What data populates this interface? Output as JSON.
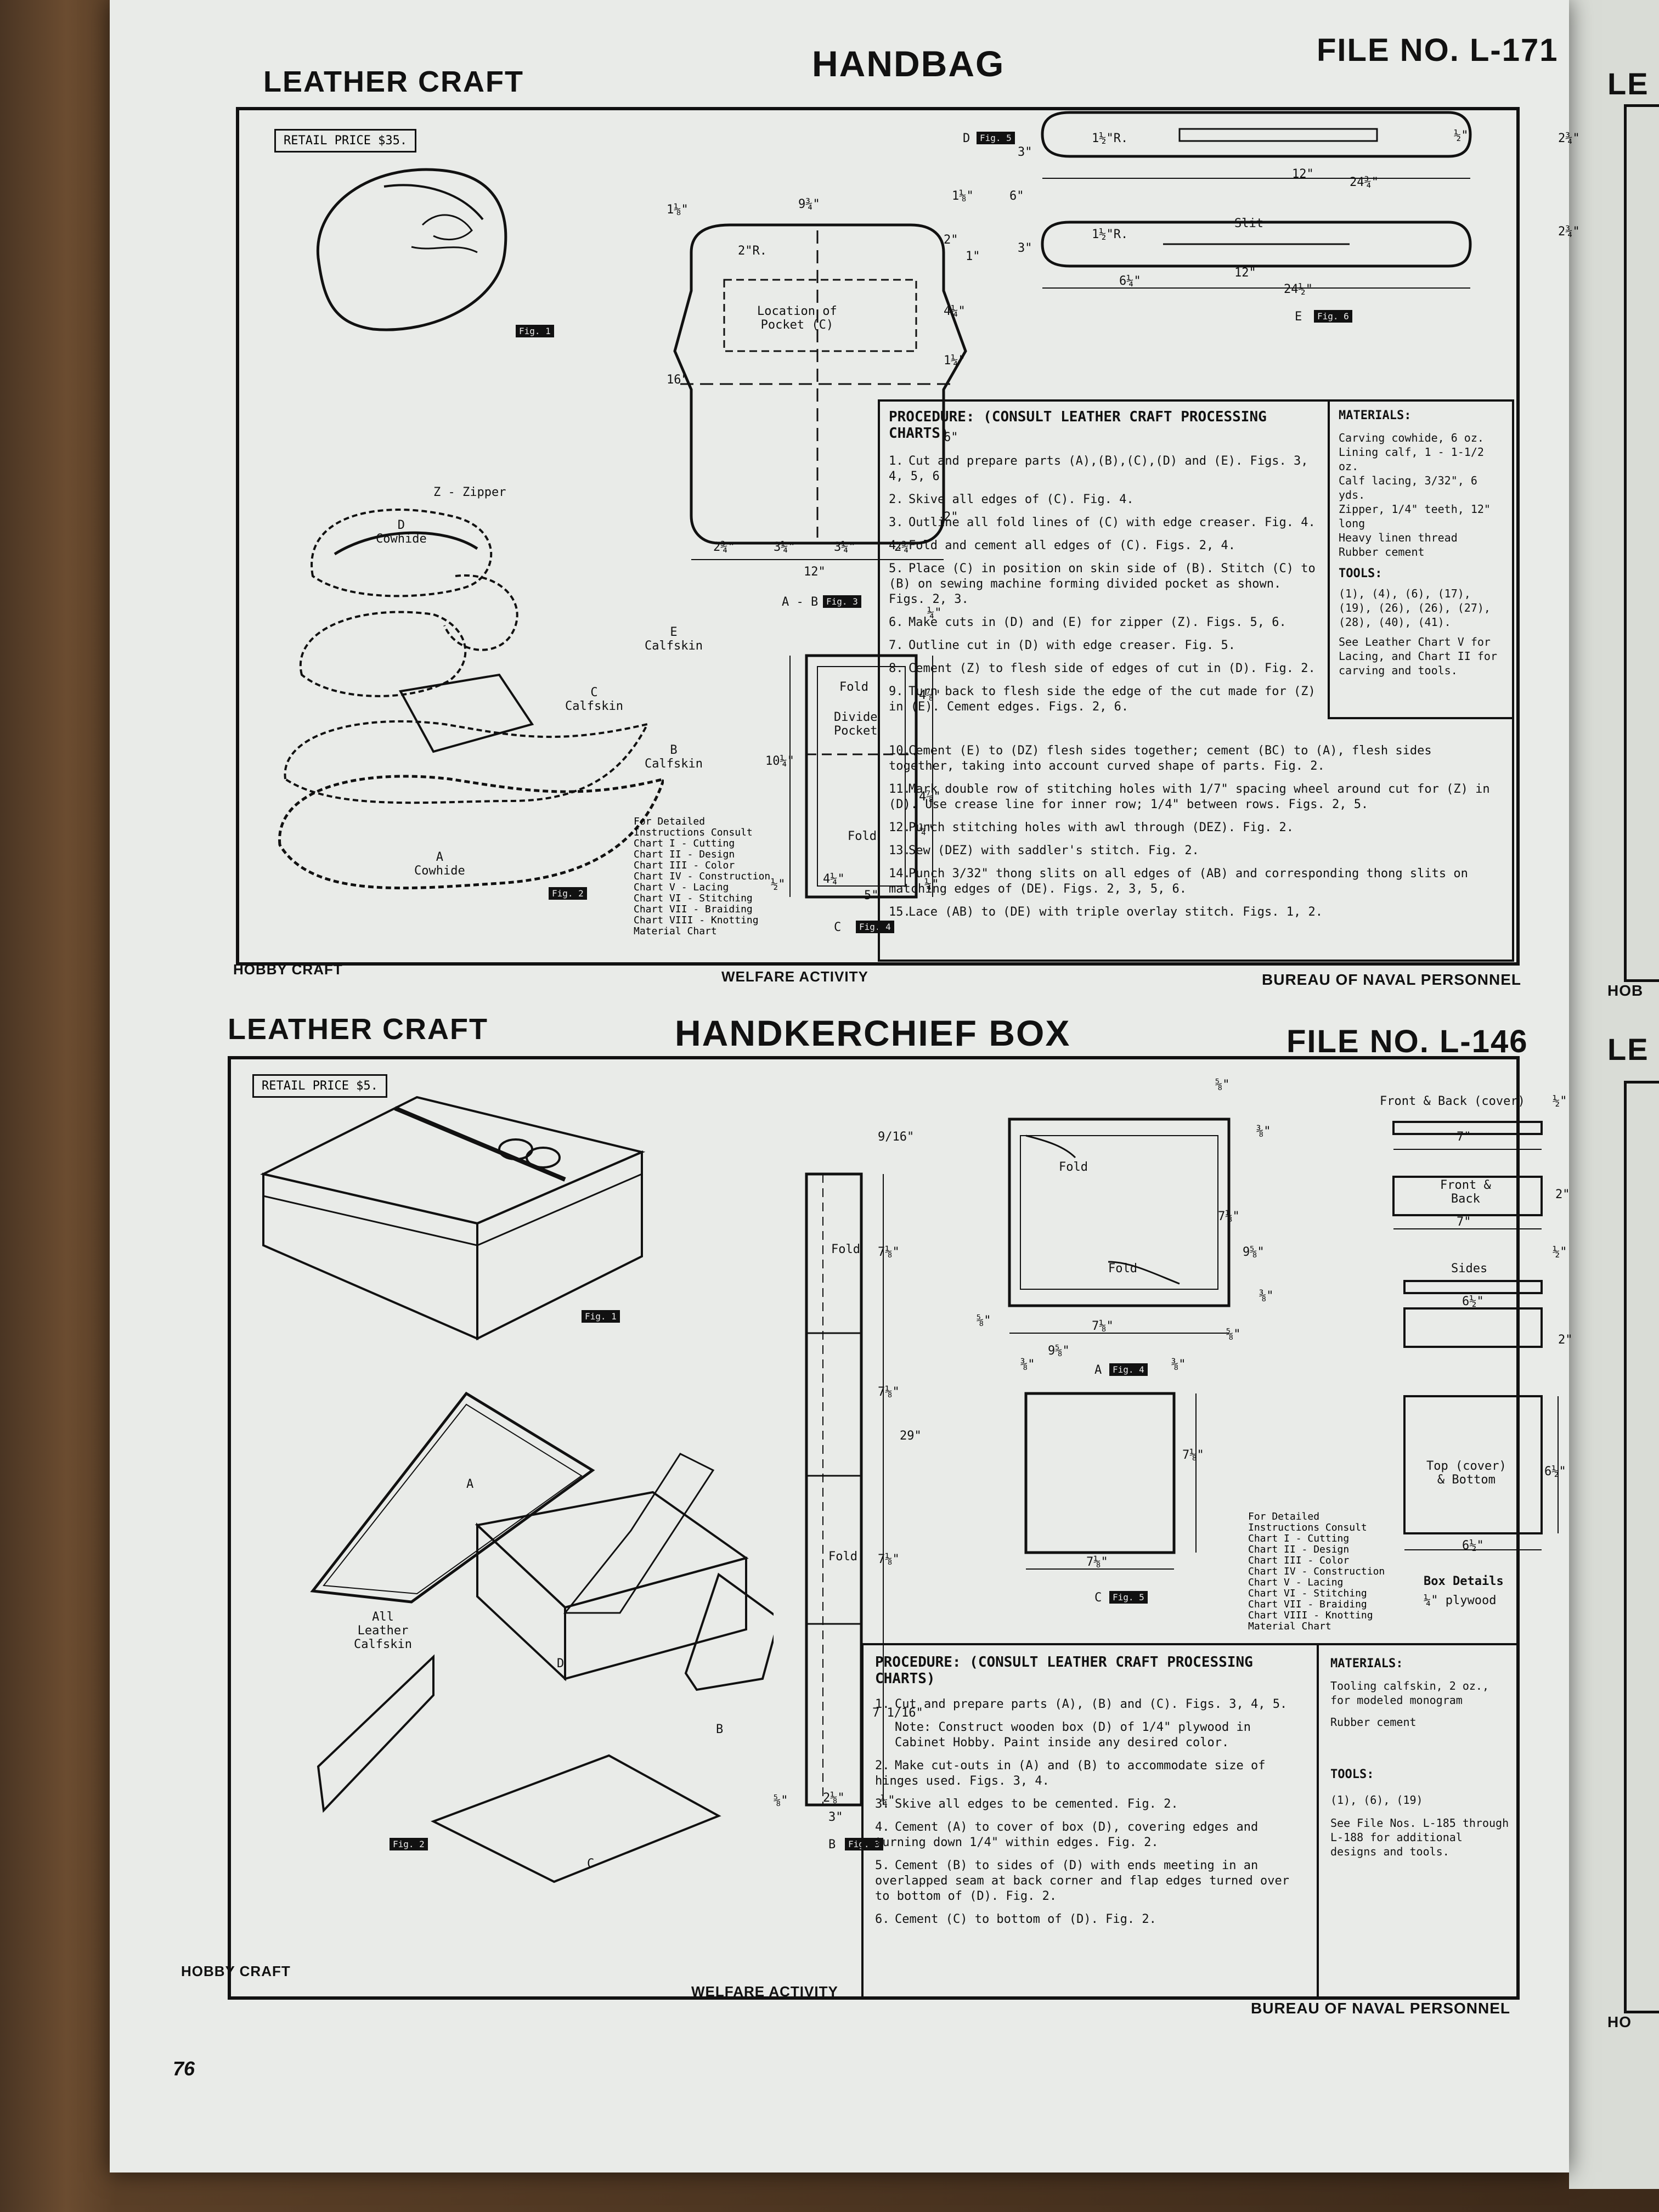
{
  "page_number": "76",
  "handbag": {
    "category": "LEATHER CRAFT",
    "title": "HANDBAG",
    "file_no": "FILE NO. L-171",
    "retail_price": "RETAIL PRICE  $35.",
    "figs": [
      "Fig. 1",
      "Fig. 2",
      "Fig. 3",
      "Fig. 4",
      "Fig. 5",
      "Fig. 6"
    ],
    "labels": {
      "z_zipper": "Z - Zipper",
      "d_cowhide": "D\nCowhide",
      "e_calfskin": "E\nCalfskin",
      "c_calfskin": "C\nCalfskin",
      "b_calfskin": "B\nCalfskin",
      "a_cowhide": "A\nCowhide",
      "pocket": "Location of\nPocket (C)",
      "ab": "A - B",
      "c": "C",
      "d": "D",
      "e": "E",
      "fold1": "Fold",
      "divide": "Divide\nPocket",
      "fold2": "Fold",
      "slit": "Slit",
      "r2": "2\"R.",
      "r112a": "1½\"R.",
      "r112b": "1½\"R."
    },
    "dims": {
      "top_width": "9¾\"",
      "left_1_8": "1⅛\"",
      "right_1_8": "1⅛\"",
      "height": "16\"",
      "d2a": "2\"",
      "d1a": "1\"",
      "d414": "4¼\"",
      "d114": "1¼\"",
      "d6": "6\"",
      "d2b": "2\"",
      "b234a": "2¾\"",
      "b314a": "3¼\"",
      "b314b": "3¼\"",
      "b234b": "2¾\"",
      "b12": "12\"",
      "c14a": "¼\"",
      "c478a": "4⅞\"",
      "c1014": "10¼\"",
      "c478b": "4⅞\"",
      "c12": "½\"",
      "c14b": "¼\"",
      "c414": "4¼\"",
      "c5": "5\"",
      "c14c": "¼\"",
      "d3a": "3\"",
      "d12a": "½\"",
      "d234a": "2¾\"",
      "d12in": "12\"",
      "d2434": "24¾\"",
      "e6": "6\"",
      "e3": "3\"",
      "e234": "2¾\"",
      "e614": "6¼\"",
      "e12": "12\"",
      "e2412": "24½\""
    },
    "chart_list": [
      "For Detailed",
      "Instructions Consult",
      "Chart I - Cutting",
      "Chart II - Design",
      "Chart III - Color",
      "Chart IV - Construction",
      "Chart V - Lacing",
      "Chart VI - Stitching",
      "Chart VII - Braiding",
      "Chart VIII - Knotting",
      "Material Chart"
    ],
    "procedure_title": "PROCEDURE: (CONSULT LEATHER CRAFT PROCESSING CHARTS)",
    "procedure": [
      {
        "n": "1.",
        "t": "Cut and prepare parts (A),(B),(C),(D) and (E). Figs. 3, 4, 5, 6."
      },
      {
        "n": "2.",
        "t": "Skive all edges of (C). Fig. 4."
      },
      {
        "n": "3.",
        "t": "Outline all fold lines of (C) with edge creaser. Fig. 4."
      },
      {
        "n": "4.",
        "t": "Fold and cement all edges of (C). Figs. 2, 4."
      },
      {
        "n": "5.",
        "t": "Place (C) in position on skin side of (B). Stitch (C) to (B) on sewing machine forming divided pocket as shown. Figs. 2, 3."
      },
      {
        "n": "6.",
        "t": "Make cuts in (D) and (E) for zipper (Z). Figs. 5, 6."
      },
      {
        "n": "7.",
        "t": "Outline cut in (D) with edge creaser. Fig. 5."
      },
      {
        "n": "8.",
        "t": "Cement (Z) to flesh side of edges of cut in (D). Fig. 2."
      },
      {
        "n": "9.",
        "t": "Turn back to flesh side the edge of the cut made for (Z) in (E). Cement edges. Figs. 2, 6."
      },
      {
        "n": "10.",
        "t": "Cement (E) to (DZ) flesh sides together; cement (BC) to (A), flesh sides together, taking into account curved shape of parts. Fig. 2."
      },
      {
        "n": "11.",
        "t": "Mark double row of stitching holes with 1/7\" spacing wheel around cut for (Z) in (D). Use crease line for inner row; 1/4\" between rows. Figs. 2, 5."
      },
      {
        "n": "12.",
        "t": "Punch stitching holes with awl through (DEZ). Fig. 2."
      },
      {
        "n": "13.",
        "t": "Sew (DEZ) with saddler's stitch. Fig. 2."
      },
      {
        "n": "14.",
        "t": "Punch 3/32\" thong slits on all edges of (AB) and corresponding thong slits on matching edges of (DE). Figs. 2, 3, 5, 6."
      },
      {
        "n": "15.",
        "t": "Lace (AB) to (DE) with triple overlay stitch. Figs. 1, 2."
      }
    ],
    "materials_title": "MATERIALS:",
    "materials": [
      "Carving cowhide, 6 oz.",
      "Lining calf, 1 - 1-1/2 oz.",
      "Calf lacing, 3/32\", 6 yds.",
      "Zipper, 1/4\" teeth, 12\" long",
      "Heavy linen thread",
      "Rubber cement"
    ],
    "tools_title": "TOOLS:",
    "tools": "(1), (4), (6), (17), (19), (26), (26), (27), (28), (40), (41).",
    "tools_note": "See Leather Chart V for Lacing, and Chart II for carving and tools.",
    "footer_left": "HOBBY CRAFT",
    "footer_mid": "WELFARE ACTIVITY",
    "footer_right": "BUREAU OF NAVAL PERSONNEL"
  },
  "box": {
    "category": "LEATHER CRAFT",
    "title": "HANDKERCHIEF BOX",
    "file_no": "FILE NO. L-146",
    "retail_price": "RETAIL PRICE  $5.",
    "labels": {
      "a": "A",
      "b": "B",
      "c": "C",
      "d": "D",
      "all_leather": "All\nLeather\nCalfskin",
      "fold_a": "Fold",
      "fold_b": "Fold",
      "fold1": "Fold",
      "fold2": "Fold",
      "front_back_cover": "Front & Back (cover)",
      "front_back": "Front &\nBack",
      "sides": "Sides",
      "top_bottom": "Top (cover)\n& Bottom",
      "box_details": "Box Details",
      "plywood": "¼\" plywood",
      "fig4_a": "A",
      "fig5_c": "C",
      "fig3_b": "B"
    },
    "figs": [
      "Fig. 1",
      "Fig. 2",
      "Fig. 3",
      "Fig. 4",
      "Fig. 5"
    ],
    "dims": {
      "s916": "9/16\"",
      "s718a": "7⅛\"",
      "s29": "29\"",
      "s718b": "7⅛\"",
      "s718c": "7⅛\"",
      "s7116": "7 1/16\"",
      "s58a": "⅝\"",
      "s218": "2⅛\"",
      "s3": "3\"",
      "s14": "¼\"",
      "a58a": "⅝\"",
      "a38a": "⅜\"",
      "a718": "7⅛\"",
      "a958v": "9⅝\"",
      "a38b": "⅜\"",
      "a58b": "⅝\"",
      "a718b": "7⅛\"",
      "a58c": "⅝\"",
      "a958h": "9⅝\"",
      "a38c": "⅜\"",
      "a38d": "⅜\"",
      "c718v": "7⅛\"",
      "c718h": "7⅛\"",
      "fb12": "½\"",
      "fb7a": "7\"",
      "fb2": "2\"",
      "fb7b": "7\"",
      "sd12": "½\"",
      "sd612": "6½\"",
      "sd2": "2\"",
      "tb612v": "6½\"",
      "tb612h": "6½\""
    },
    "chart_list": [
      "For Detailed",
      "Instructions Consult",
      "Chart I - Cutting",
      "Chart II - Design",
      "Chart III - Color",
      "Chart IV - Construction",
      "Chart V - Lacing",
      "Chart VI - Stitching",
      "Chart VII - Braiding",
      "Chart VIII - Knotting",
      "Material Chart"
    ],
    "procedure_title": "PROCEDURE: (CONSULT LEATHER CRAFT PROCESSING CHARTS)",
    "procedure": [
      {
        "n": "1.",
        "t": "Cut and prepare parts (A), (B) and (C). Figs. 3, 4, 5."
      },
      {
        "n": "",
        "t": "Note: Construct wooden box (D) of 1/4\" plywood in Cabinet Hobby. Paint inside any desired color."
      },
      {
        "n": "2.",
        "t": "Make cut-outs in (A) and (B) to accommodate size of hinges used. Figs. 3, 4."
      },
      {
        "n": "3.",
        "t": "Skive all edges to be cemented. Fig. 2."
      },
      {
        "n": "4.",
        "t": "Cement (A) to cover of box (D), covering edges and turning down 1/4\" within edges. Fig. 2."
      },
      {
        "n": "5.",
        "t": "Cement (B) to sides of (D) with ends meeting in an overlapped seam at back corner and flap edges turned over to bottom of (D). Fig. 2."
      },
      {
        "n": "6.",
        "t": "Cement (C) to bottom of (D). Fig. 2."
      }
    ],
    "materials_title": "MATERIALS:",
    "materials": [
      "Tooling calfskin, 2 oz., for modeled monogram",
      "Rubber cement"
    ],
    "tools_title": "TOOLS:",
    "tools": "(1), (6), (19)",
    "tools_note": "See File Nos. L-185 through L-188 for additional designs and tools.",
    "footer_left": "HOBBY CRAFT",
    "footer_mid": "WELFARE ACTIVITY",
    "footer_right": "BUREAU OF NAVAL PERSONNEL"
  },
  "adjacent_page": {
    "top_fragment": "LE",
    "mid_fragment": "LE",
    "hob": "HOB",
    "ho": "HO"
  }
}
